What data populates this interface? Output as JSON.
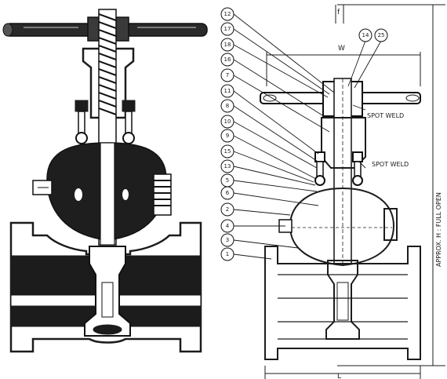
{
  "callouts_left": [
    {
      "number": "12"
    },
    {
      "number": "17"
    },
    {
      "number": "18"
    },
    {
      "number": "16"
    },
    {
      "number": "7"
    },
    {
      "number": "11"
    },
    {
      "number": "8"
    },
    {
      "number": "10"
    },
    {
      "number": "9"
    },
    {
      "number": "15"
    },
    {
      "number": "13"
    },
    {
      "number": "5"
    },
    {
      "number": "6"
    },
    {
      "number": "2"
    },
    {
      "number": "4"
    },
    {
      "number": "3"
    },
    {
      "number": "1"
    }
  ],
  "callouts_top": [
    {
      "number": "14"
    },
    {
      "number": "25"
    }
  ],
  "annotations": {
    "spot_weld_upper": "SPOT WELD",
    "spot_weld_lower": "SPOT WELD",
    "width_label": "W",
    "height_label": "APPROX. H : FULL OPEN",
    "length_label": "L",
    "top_dim_label": "f"
  }
}
